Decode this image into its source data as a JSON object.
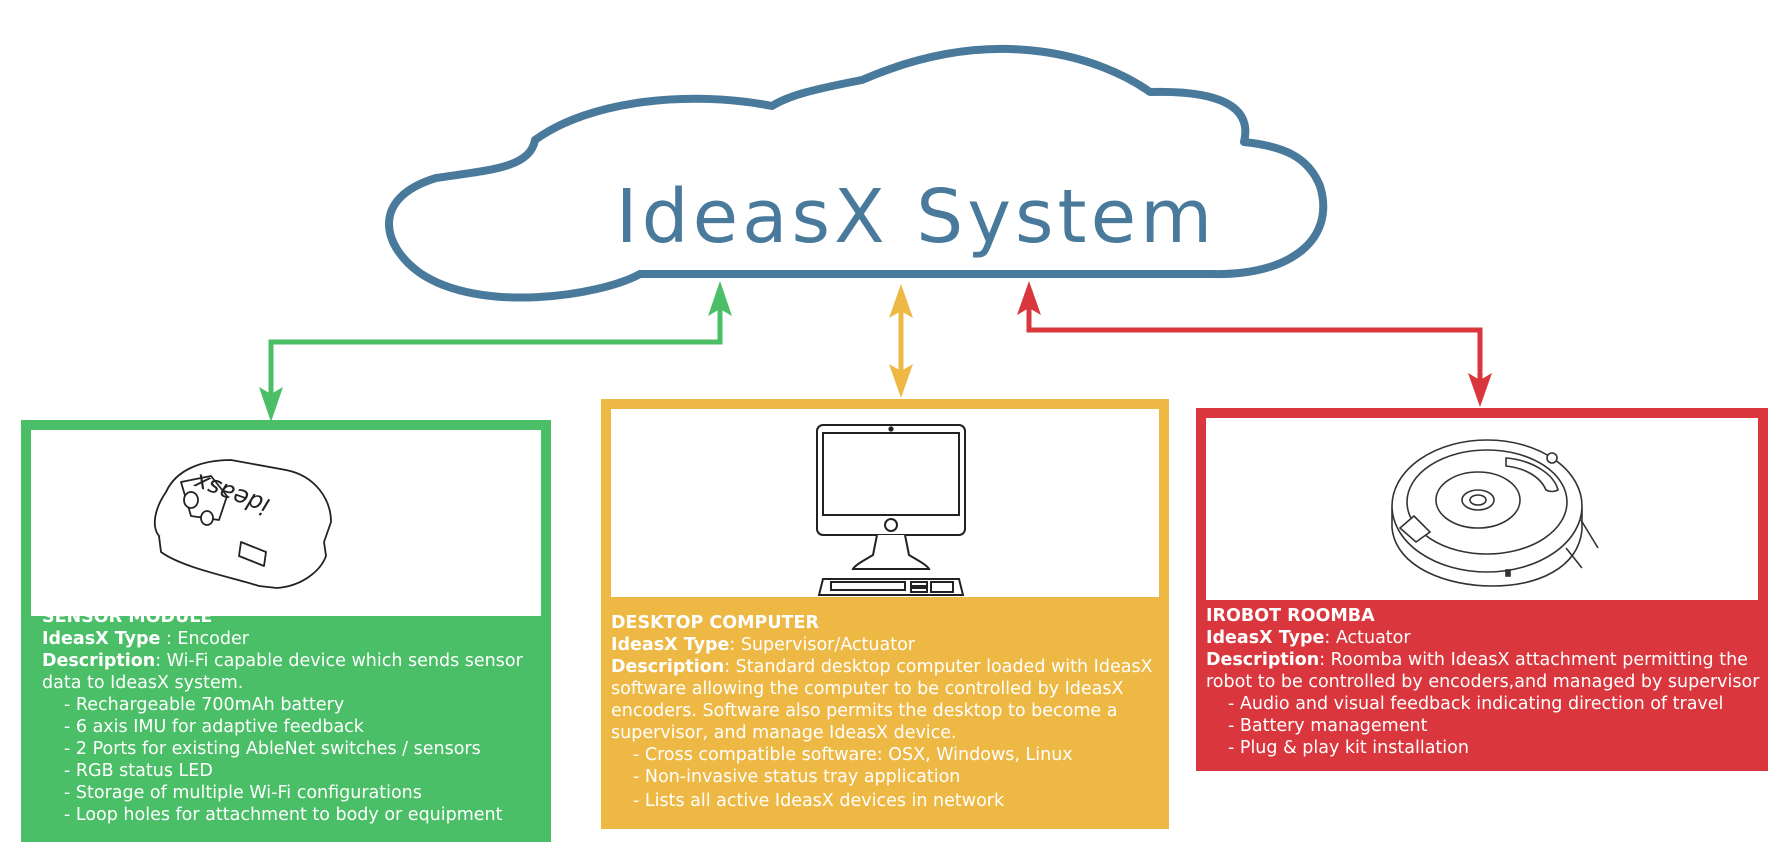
{
  "cloud": {
    "title": "IdeasX System",
    "stroke_color": "#4a7a9b"
  },
  "colors": {
    "green": "#4abf67",
    "yellow": "#eeb845",
    "red": "#da363d",
    "cloud": "#4a7a9b"
  },
  "sensor": {
    "title": "SENSOR MODULE",
    "type_key": "IdeasX Type",
    "type_value": " : Encoder",
    "desc_key": "Description",
    "desc_value": ": Wi-Fi capable device which sends sensor data to IdeasX system.",
    "features": [
      "Rechargeable 700mAh battery",
      "6 axis IMU for adaptive feedback",
      "2 Ports for existing AbleNet switches / sensors",
      "RGB status LED",
      "Storage of multiple Wi-Fi configurations",
      "Loop holes for attachment to body or equipment"
    ],
    "device_brand": "ideasx"
  },
  "desktop": {
    "title": "DESKTOP COMPUTER",
    "type_key": "IdeasX Type",
    "type_value": ": Supervisor/Actuator",
    "desc_key": "Description",
    "desc_value": ": Standard desktop computer loaded with IdeasX software allowing the computer to be controlled by IdeasX encoders. Software also permits the desktop to become a supervisor, and manage IdeasX device.",
    "features": [
      "Cross compatible software: OSX, Windows, Linux",
      "Non-invasive status tray application",
      "Lists all active IdeasX devices in network"
    ]
  },
  "roomba": {
    "title": "IROBOT ROOMBA",
    "type_key": "IdeasX Type",
    "type_value": ": Actuator",
    "desc_key": "Description",
    "desc_value": ": Roomba with IdeasX attachment permitting the robot to be controlled by encoders,and managed by supervisor",
    "features": [
      "Audio and visual feedback indicating direction of travel",
      "Battery management",
      "Plug & play kit installation"
    ]
  }
}
